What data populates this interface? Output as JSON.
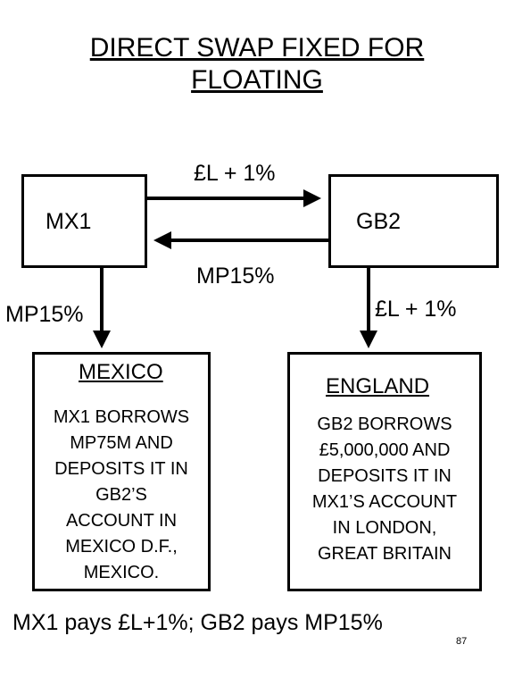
{
  "title_line1": "DIRECT SWAP FIXED FOR",
  "title_line2": "FLOATING",
  "box_left": "MX1",
  "box_right": "GB2",
  "arrow_top_label": "£L + 1%",
  "arrow_mid_label": "MP15%",
  "left_down_label": "MP15%",
  "right_down_label": "£L + 1%",
  "mexico": {
    "heading": "MEXICO",
    "lines": [
      "MX1 BORROWS",
      "MP75M AND",
      "DEPOSITS IT IN",
      "GB2’S",
      "ACCOUNT IN",
      "MEXICO D.F.,",
      "MEXICO."
    ]
  },
  "england": {
    "heading": "ENGLAND",
    "lines": [
      "GB2 BORROWS",
      "£5,000,000 AND",
      "DEPOSITS IT IN",
      "MX1’S ACCOUNT",
      "IN LONDON,",
      "GREAT BRITAIN"
    ]
  },
  "footer": "MX1 pays £L+1%; GB2 pays MP15%",
  "page_number": "87"
}
